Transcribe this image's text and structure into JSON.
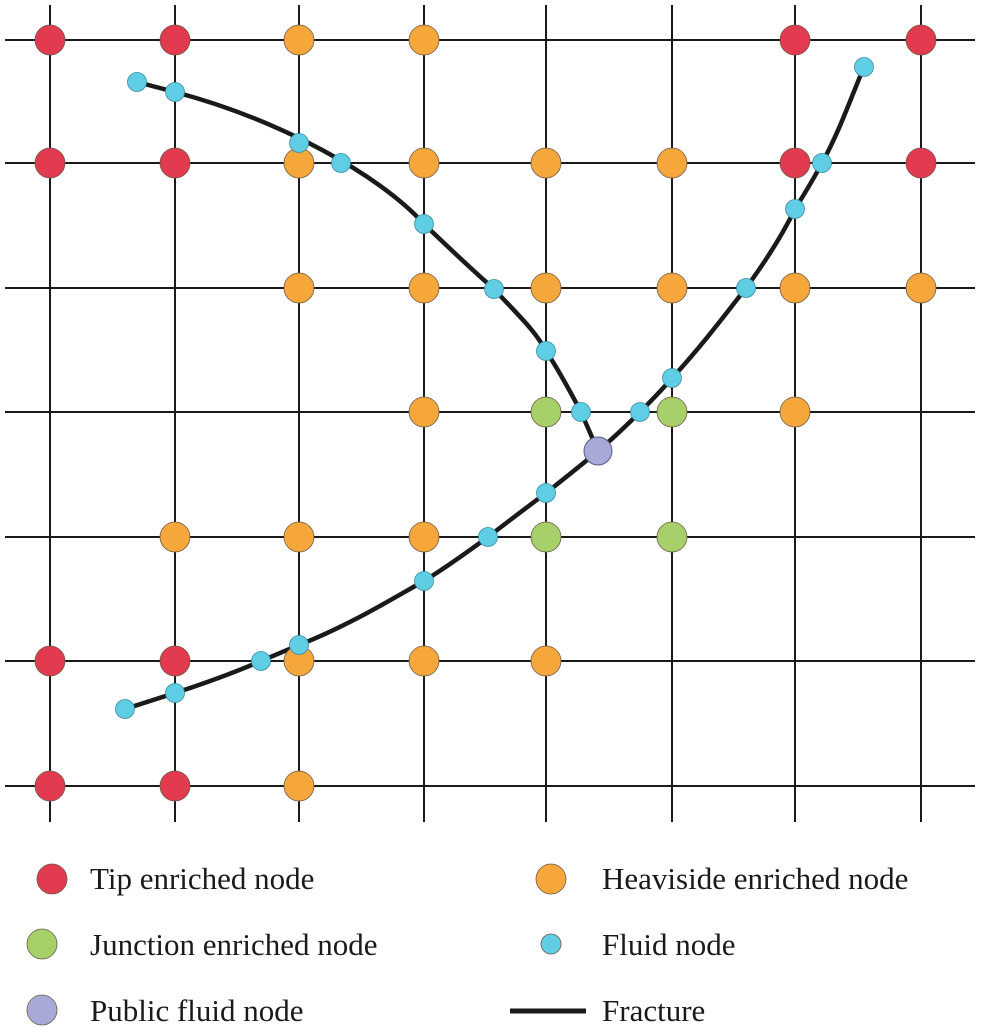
{
  "colors": {
    "tip": "#e23a4f",
    "heaviside": "#f5a73b",
    "junction": "#a8d06a",
    "fluid": "#5fcde4",
    "public_fluid": "#a7a9d6",
    "fracture": "#1a1a1a",
    "grid": "#1a1a1a"
  },
  "grid": {
    "columns": 8,
    "rows": 7
  },
  "nodes": {
    "tip": [
      [
        0,
        0
      ],
      [
        1,
        0
      ],
      [
        6,
        0
      ],
      [
        7,
        0
      ],
      [
        0,
        1
      ],
      [
        1,
        1
      ],
      [
        6,
        1
      ],
      [
        7,
        1
      ],
      [
        0,
        5
      ],
      [
        1,
        5
      ],
      [
        0,
        6
      ],
      [
        1,
        6
      ]
    ],
    "heaviside": [
      [
        2,
        0
      ],
      [
        3,
        0
      ],
      [
        2,
        1
      ],
      [
        3,
        1
      ],
      [
        4,
        1
      ],
      [
        5,
        1
      ],
      [
        2,
        2
      ],
      [
        3,
        2
      ],
      [
        4,
        2
      ],
      [
        5,
        2
      ],
      [
        6,
        2
      ],
      [
        7,
        2
      ],
      [
        3,
        3
      ],
      [
        6,
        3
      ],
      [
        1,
        4
      ],
      [
        2,
        4
      ],
      [
        3,
        4
      ],
      [
        2,
        5
      ],
      [
        3,
        5
      ],
      [
        4,
        5
      ],
      [
        2,
        6
      ]
    ],
    "junction": [
      [
        4,
        3
      ],
      [
        5,
        3
      ],
      [
        4,
        4
      ],
      [
        5,
        4
      ]
    ]
  },
  "legend": {
    "tip": "Tip enriched node",
    "heaviside": "Heaviside enriched node",
    "junction": "Junction enriched node",
    "fluid": "Fluid node",
    "public_fluid": "Public fluid node",
    "fracture": "Fracture"
  }
}
